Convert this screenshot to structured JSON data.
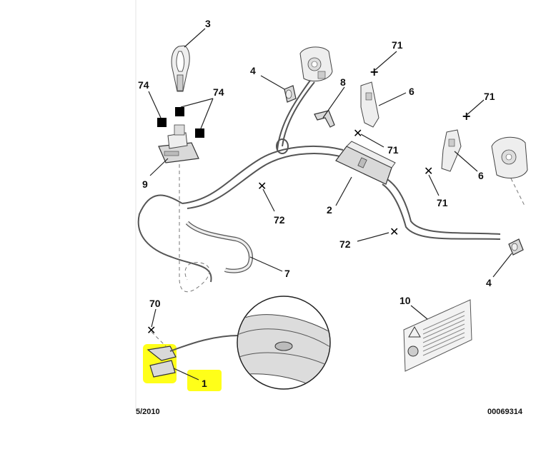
{
  "callouts": {
    "c1": "1",
    "c2": "2",
    "c3": "3",
    "c4a": "4",
    "c4b": "4",
    "c6a": "6",
    "c6b": "6",
    "c7": "7",
    "c8": "8",
    "c9": "9",
    "c10": "10",
    "c70": "70",
    "c71a": "71",
    "c71b": "71",
    "c71c": "71",
    "c71d": "71",
    "c72a": "72",
    "c72b": "72",
    "c74a": "74",
    "c74b": "74"
  },
  "footer": {
    "date": "5/2010",
    "ref": "00069314"
  },
  "colors": {
    "highlight": "#ffff00"
  },
  "icons": {
    "fastener": "cross-fastener-icon",
    "warning": "warning-triangle-icon"
  }
}
